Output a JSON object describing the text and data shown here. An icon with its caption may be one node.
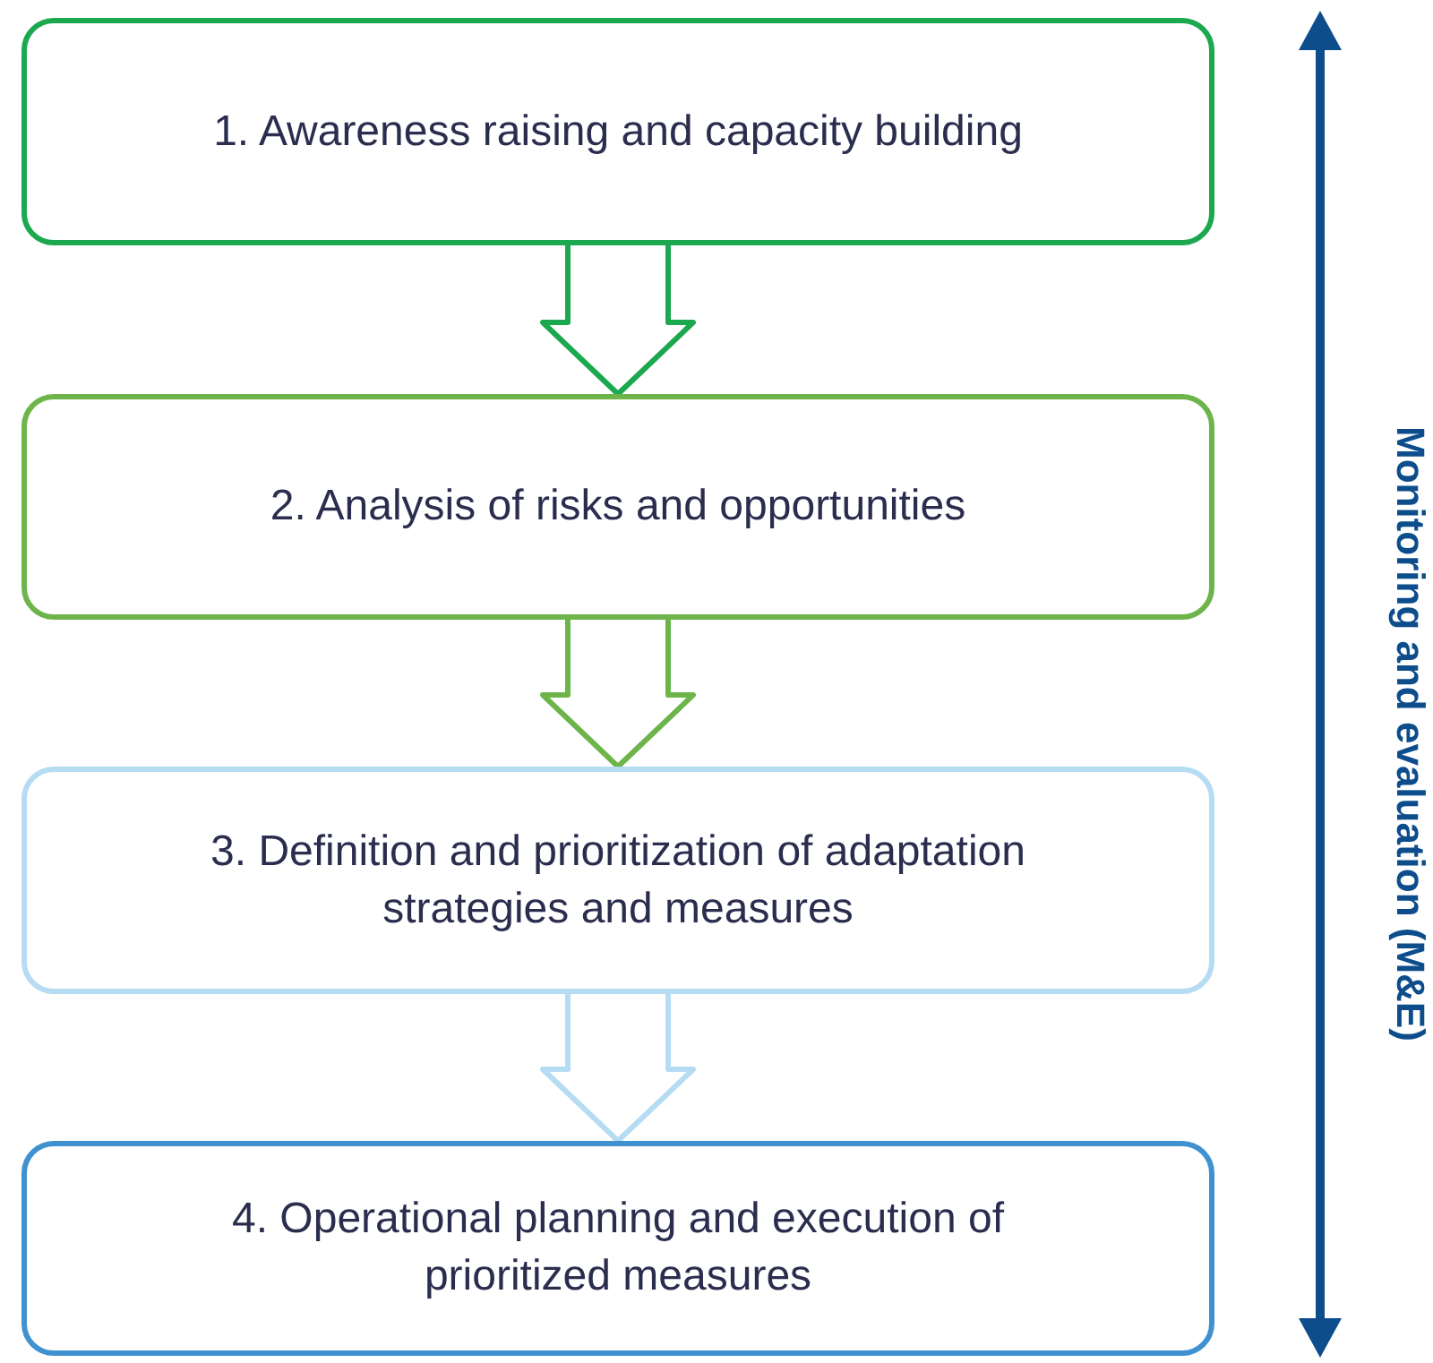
{
  "diagram": {
    "nodes": [
      {
        "text": [
          "1. Awareness raising and capacity building"
        ]
      },
      {
        "text": [
          "2. Analysis of risks and opportunities"
        ]
      },
      {
        "text": [
          "3. Definition and prioritization of adaptation strategies and measures"
        ]
      },
      {
        "text": [
          "4. Operational planning and execution of prioritized measures"
        ]
      }
    ],
    "edges": [
      {
        "from": 0,
        "to": 1,
        "arrow": "to",
        "color": "#1ba84e"
      },
      {
        "from": 1,
        "to": 2,
        "arrow": "to",
        "color": "#6db54a"
      },
      {
        "from": 2,
        "to": 3,
        "arrow": "to",
        "color": "#b5dcf3"
      }
    ],
    "labels": [
      "Monitoring and evaluation (M&E)"
    ]
  }
}
